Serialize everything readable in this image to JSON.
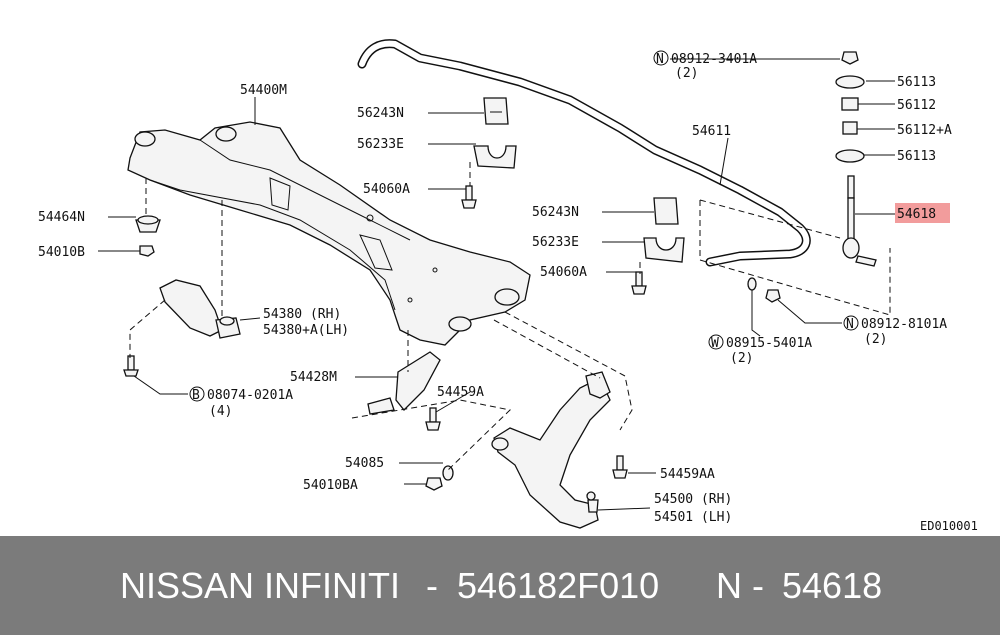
{
  "labels": {
    "n1": "N",
    "n1_part": "08912-3401A",
    "n1_qty": "(2)",
    "p56113a": "56113",
    "p56112": "56112",
    "p56112a": "56112+A",
    "p56113b": "56113",
    "p54618": "54618",
    "p54611": "54611",
    "p56243n_a": "56243N",
    "p56233e_a": "56233E",
    "p54060a_a": "54060A",
    "p56243n_b": "56243N",
    "p56233e_b": "56233E",
    "p54060a_b": "54060A",
    "p54400m": "54400M",
    "p54464n": "54464N",
    "p54010b": "54010B",
    "p54380": "54380  (RH)",
    "p54380a": "54380+A(LH)",
    "p54428m": "54428M",
    "p54459a": "54459A",
    "b1": "B",
    "b1_part": "08074-0201A",
    "b1_qty": "(4)",
    "w1": "W",
    "w1_part": "08915-5401A",
    "w1_qty": "(2)",
    "n2": "N",
    "n2_part": "08912-8101A",
    "n2_qty": "(2)",
    "p54085": "54085",
    "p54010ba": "54010BA",
    "p54459aa": "54459AA",
    "p54500": "54500 (RH)",
    "p54501": "54501 (LH)",
    "code": "ED010001"
  },
  "footer": {
    "brand": "NISSAN  INFINITI",
    "sep1": "-",
    "part_number": "546182F010",
    "prefix": "N",
    "sep2": "-",
    "oem": "54618"
  },
  "colors": {
    "highlight": "#f29c9c",
    "footer_bg": "#7b7b7b",
    "footer_text": "#ffffff"
  }
}
